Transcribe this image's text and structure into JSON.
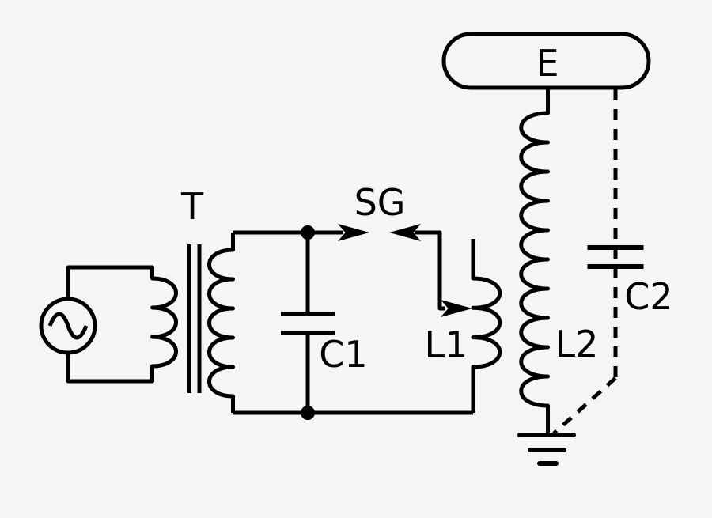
{
  "diagram": {
    "type": "circuit-schematic",
    "subject": "Tesla coil resonant transformer circuit",
    "background_color": "#f5f5f5",
    "wire_color": "#000000",
    "electrode_fill": "#eaeaea",
    "components": {
      "ac_source": {
        "symbol": "sine-wave-in-circle"
      },
      "supply_transformer": {
        "label": "T",
        "symbol": "iron-core-transformer",
        "primary_turns_drawn": 3,
        "secondary_turns_drawn": 5
      },
      "spark_gap": {
        "label": "SG",
        "symbol": "opposing-arrow-electrodes"
      },
      "primary_capacitor": {
        "label": "C1",
        "symbol": "parallel-plate-capacitor"
      },
      "primary_coil": {
        "label": "L1",
        "turns_drawn": 3,
        "tap": "arrow-tap-from-spark-gap"
      },
      "secondary_coil": {
        "label": "L2",
        "turns_drawn": 10
      },
      "stray_capacitance": {
        "label": "C2",
        "symbol": "capacitor-on-dashed-path",
        "line_style": "dashed"
      },
      "top_electrode": {
        "label": "E",
        "symbol": "stadium-shaped-terminal"
      },
      "ground": {
        "symbol": "earth-ground-three-bars"
      }
    }
  }
}
